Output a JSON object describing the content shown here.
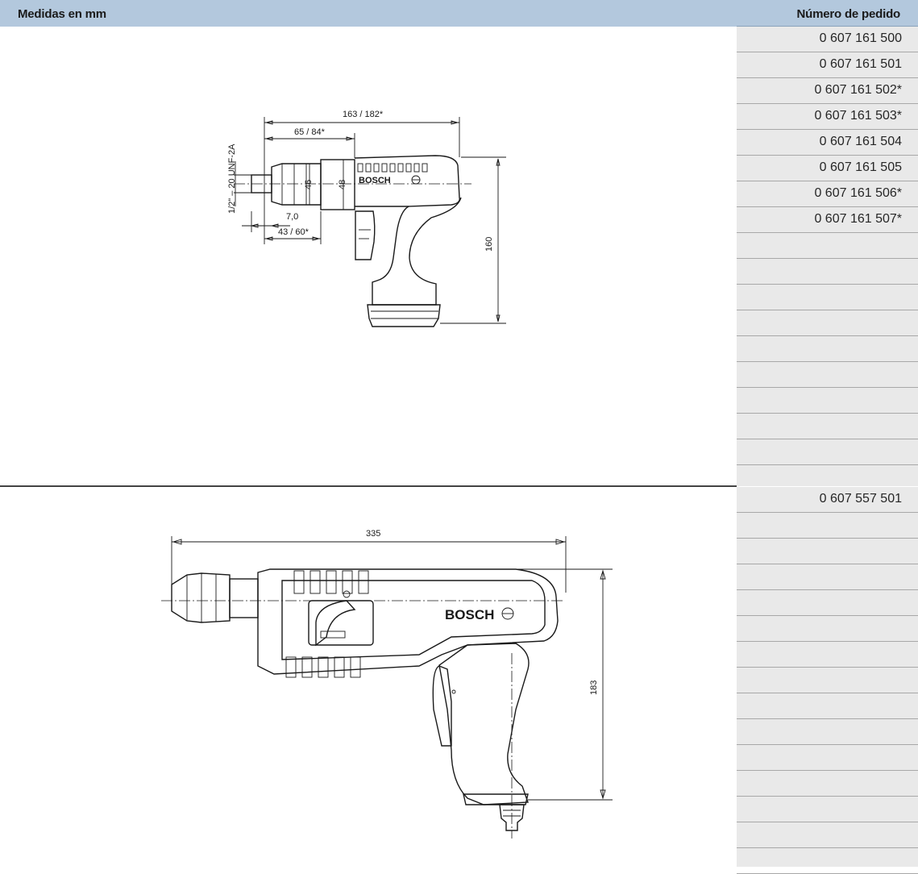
{
  "header": {
    "left_title": "Medidas en mm",
    "right_title": "Número de pedido"
  },
  "order_numbers_top": [
    "0 607 161 500",
    "0 607 161 501",
    "0 607 161 502*",
    "0 607 161 503*",
    "0 607 161 504",
    "0 607 161 505",
    "0 607 161 506*",
    "0 607 161 507*",
    "",
    "",
    "",
    "",
    "",
    "",
    "",
    "",
    "",
    ""
  ],
  "order_numbers_bottom": [
    "0 607 557 501",
    "",
    "",
    "",
    "",
    "",
    "",
    "",
    "",
    "",
    "",
    "",
    "",
    "",
    ""
  ],
  "drawing_top": {
    "brand": "BOSCH",
    "dim_length": "163 / 182*",
    "dim_front": "65 / 84*",
    "dim_thread": "1/2\" – 20 UNF-2A",
    "dim_d1": "46",
    "dim_d2": "48",
    "dim_spindle": "7,0",
    "dim_nose": "43 / 60*",
    "dim_height": "160"
  },
  "drawing_bottom": {
    "brand": "BOSCH",
    "dim_length": "335",
    "dim_height": "183"
  }
}
